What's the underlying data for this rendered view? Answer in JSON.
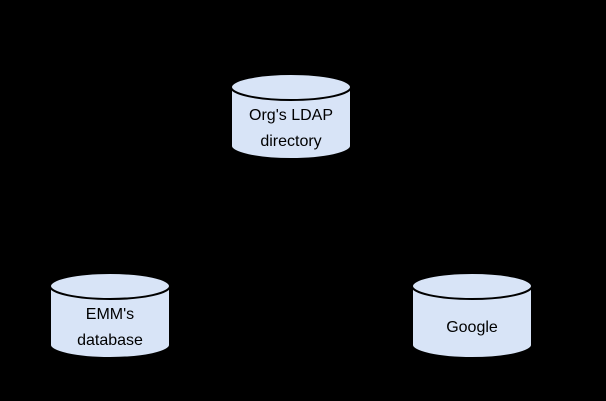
{
  "diagram": {
    "background_color": "#000000",
    "node_fill": "#d8e4f7",
    "node_stroke": "#000000",
    "node_shape": "database-cylinder",
    "nodes": {
      "ldap": {
        "line1": "Org's LDAP",
        "line2": "directory"
      },
      "emm": {
        "line1": "EMM's",
        "line2": "database"
      },
      "google": {
        "line1": "Google",
        "line2": ""
      }
    }
  }
}
